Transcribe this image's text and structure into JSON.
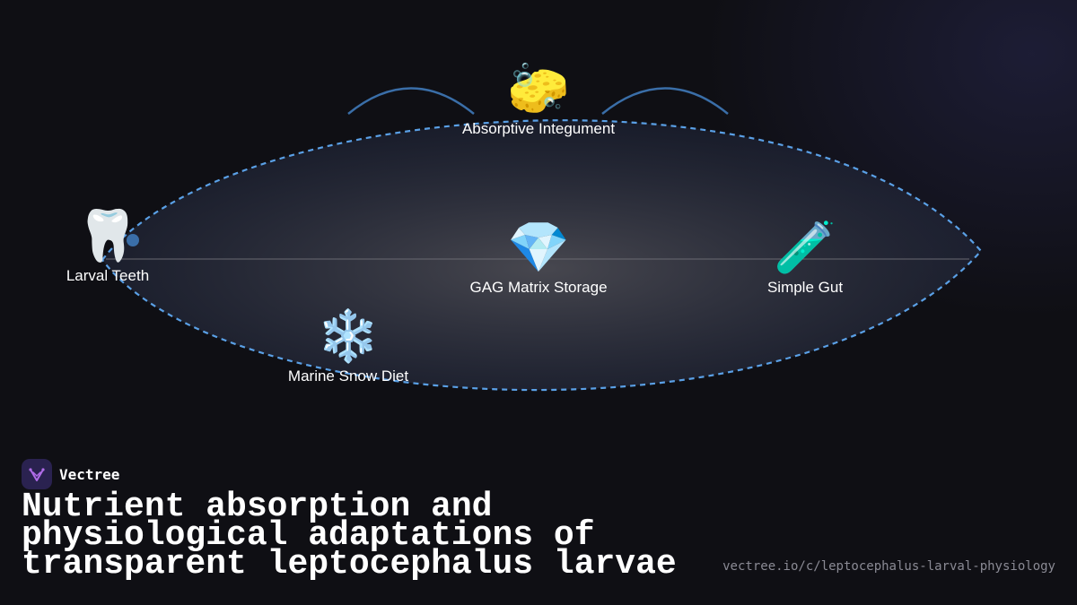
{
  "colors": {
    "background": "#0f0f14",
    "outline": "#5aa0e6",
    "arc": "#3a6ea8",
    "axis": "#6a6a72",
    "text": "#ffffff",
    "muted": "#8a8a94",
    "logo_bg": "#2a2250",
    "logo_mark": "#b06ce8"
  },
  "diagram": {
    "nodes": [
      {
        "id": "absorptive-integument",
        "icon": "sponge-icon",
        "emoji": "🧽",
        "label": "Absorptive Integument"
      },
      {
        "id": "larval-teeth",
        "icon": "tooth-icon",
        "emoji": "🦷",
        "label": "Larval Teeth"
      },
      {
        "id": "gag-matrix-storage",
        "icon": "gem-icon",
        "emoji": "💎",
        "label": "GAG Matrix Storage"
      },
      {
        "id": "simple-gut",
        "icon": "test-tube-icon",
        "emoji": "🧪",
        "label": "Simple Gut"
      },
      {
        "id": "marine-snow-diet",
        "icon": "snowflake-icon",
        "emoji": "❄️",
        "label": "Marine Snow Diet"
      }
    ]
  },
  "brand": {
    "icon": "vectree-logo-icon",
    "name": "Vectree"
  },
  "title": "Nutrient absorption and physiological adaptations of transparent leptocephalus larvae",
  "url": "vectree.io/c/leptocephalus-larval-physiology"
}
